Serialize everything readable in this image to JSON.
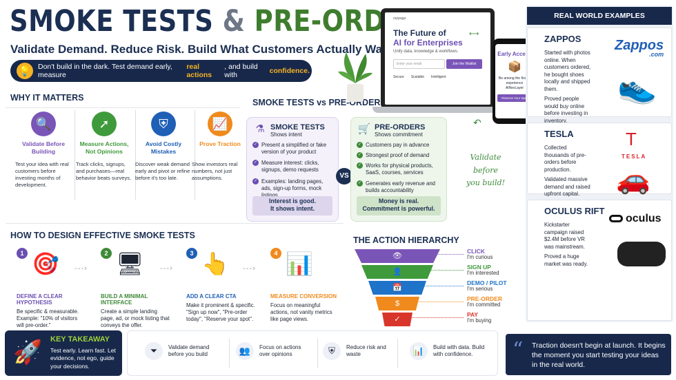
{
  "header": {
    "title_a": "SMOKE TESTS",
    "title_amp": "&",
    "title_b": "PRE-ORDERS",
    "subtitle": "Validate Demand. Reduce Risk. Build What Customers Actually Want.",
    "banner_pre": "Don't build in the dark. Test demand early, measure",
    "banner_hl1": "real actions",
    "banner_mid": ", and build with",
    "banner_hl2": "confidence."
  },
  "why": {
    "heading": "WHY IT MATTERS",
    "cards": [
      {
        "title": "Validate Before Building",
        "desc": "Test your idea with real customers before investing months of development.",
        "color": "#7a55b8",
        "icon": "magnifier-icon"
      },
      {
        "title": "Measure Actions, Not Opinions",
        "desc": "Track clicks, signups, and purchases—real behavior beats surveys.",
        "color": "#3f9a3c",
        "icon": "cursor-icon"
      },
      {
        "title": "Avoid Costly Mistakes",
        "desc": "Discover weak demand early and pivot or refine before it's too late.",
        "color": "#1f5fb5",
        "icon": "shield-icon"
      },
      {
        "title": "Prove Traction",
        "desc": "Show investors real numbers, not just assumptions.",
        "color": "#f08a1c",
        "icon": "growth-chart-icon"
      }
    ]
  },
  "compare": {
    "heading": "SMOKE TESTS vs PRE-ORDERS",
    "smoke": {
      "title": "SMOKE TESTS",
      "sub": "Shows intent",
      "items": [
        "Present a simplified or fake version of your product",
        "Measure interest: clicks, signups, demo requests",
        "Examples: landing pages, ads, sign-up forms, mock listings"
      ],
      "foot_1": "Interest is good.",
      "foot_2": "It shows intent."
    },
    "vs": "VS",
    "pre": {
      "title": "PRE-ORDERS",
      "sub": "Shows commitment",
      "items": [
        "Customers pay in advance",
        "Strongest proof of demand",
        "Works for physical products, SaaS, courses, services",
        "Generates early revenue and builds accountability"
      ],
      "foot_1": "Money is real.",
      "foot_2": "Commitment is powerful."
    }
  },
  "mockup": {
    "logo": "ourpage",
    "hero_1": "The Future of",
    "hero_2": "AI for Enterprises",
    "tagline": "Unify data, knowledge & workflows.",
    "email_placeholder": "Enter your email",
    "cta": "Join the Waitlist",
    "features": [
      "Secure",
      "Scalable",
      "Intelligent"
    ],
    "phone_title": "Early Access",
    "phone_text": "Be among the first to experience AINexLayer",
    "phone_cta": "Reserve Your Spot",
    "note_1": "Validate before",
    "note_2": "you build!"
  },
  "design": {
    "heading": "HOW TO DESIGN EFFECTIVE SMOKE TESTS",
    "steps": [
      {
        "num": "1",
        "title": "DEFINE A CLEAR HYPOTHESIS",
        "desc": "Be specific & measurable. Example: \"10% of visitors will pre-order.\"",
        "color": "#6b4fb0"
      },
      {
        "num": "2",
        "title": "BUILD A MINIMAL INTERFACE",
        "desc": "Create a simple landing page, ad, or mock listing that conveys the offer.",
        "color": "#3f8a3a"
      },
      {
        "num": "3",
        "title": "ADD A CLEAR CTA",
        "desc": "Make it prominent & specific. \"Sign up now\", \"Pre-order today\", \"Reserve your spot\".",
        "color": "#1f5fb5"
      },
      {
        "num": "4",
        "title": "MEASURE CONVERSION",
        "desc": "Focus on meaningful actions, not vanity metrics like page views.",
        "color": "#f08a1c"
      }
    ]
  },
  "hierarchy": {
    "heading": "THE ACTION HIERARCHY",
    "levels": [
      {
        "label": "CLICK",
        "sub": "I'm curious",
        "color": "#7a55b8"
      },
      {
        "label": "SIGN UP",
        "sub": "I'm interested",
        "color": "#3f9a3c"
      },
      {
        "label": "DEMO / PILOT",
        "sub": "I'm serious",
        "color": "#1f73c8"
      },
      {
        "label": "PRE-ORDER",
        "sub": "I'm committed",
        "color": "#f08a1c"
      },
      {
        "label": "PAY",
        "sub": "I'm buying",
        "color": "#d9362b"
      }
    ]
  },
  "real_world": {
    "heading": "REAL WORLD EXAMPLES",
    "examples": [
      {
        "name": "ZAPPOS",
        "logo": "Zappos",
        "logo_sub": ".com",
        "desc_1": "Started with photos online. When customers ordered, he bought shoes locally and shipped them.",
        "desc_2": "Proved people would buy online before investing in inventory."
      },
      {
        "name": "TESLA",
        "logo": "TESLA",
        "desc_1": "Collected thousands of pre-orders before production.",
        "desc_2": "Validated massive demand and raised upfront capital."
      },
      {
        "name": "OCULUS RIFT",
        "logo": "oculus",
        "desc_1": "Kickstarter campaign raised $2.4M before VR was mainstream.",
        "desc_2": "Proved a huge market was ready."
      }
    ]
  },
  "takeaway": {
    "heading": "KEY TAKEAWAY",
    "text": "Test early. Learn fast. Let evidence, not ego, guide your decisions.",
    "items": [
      {
        "text": "Validate demand before you build",
        "icon": "funnel-icon"
      },
      {
        "text": "Focus on actions over opinions",
        "icon": "people-icon"
      },
      {
        "text": "Reduce risk and waste",
        "icon": "shield-check-icon"
      },
      {
        "text": "Build with data. Build with confidence.",
        "icon": "bar-chart-icon"
      }
    ],
    "quote": "Traction doesn't begin at launch. It begins the moment you start testing your ideas in the real world."
  }
}
